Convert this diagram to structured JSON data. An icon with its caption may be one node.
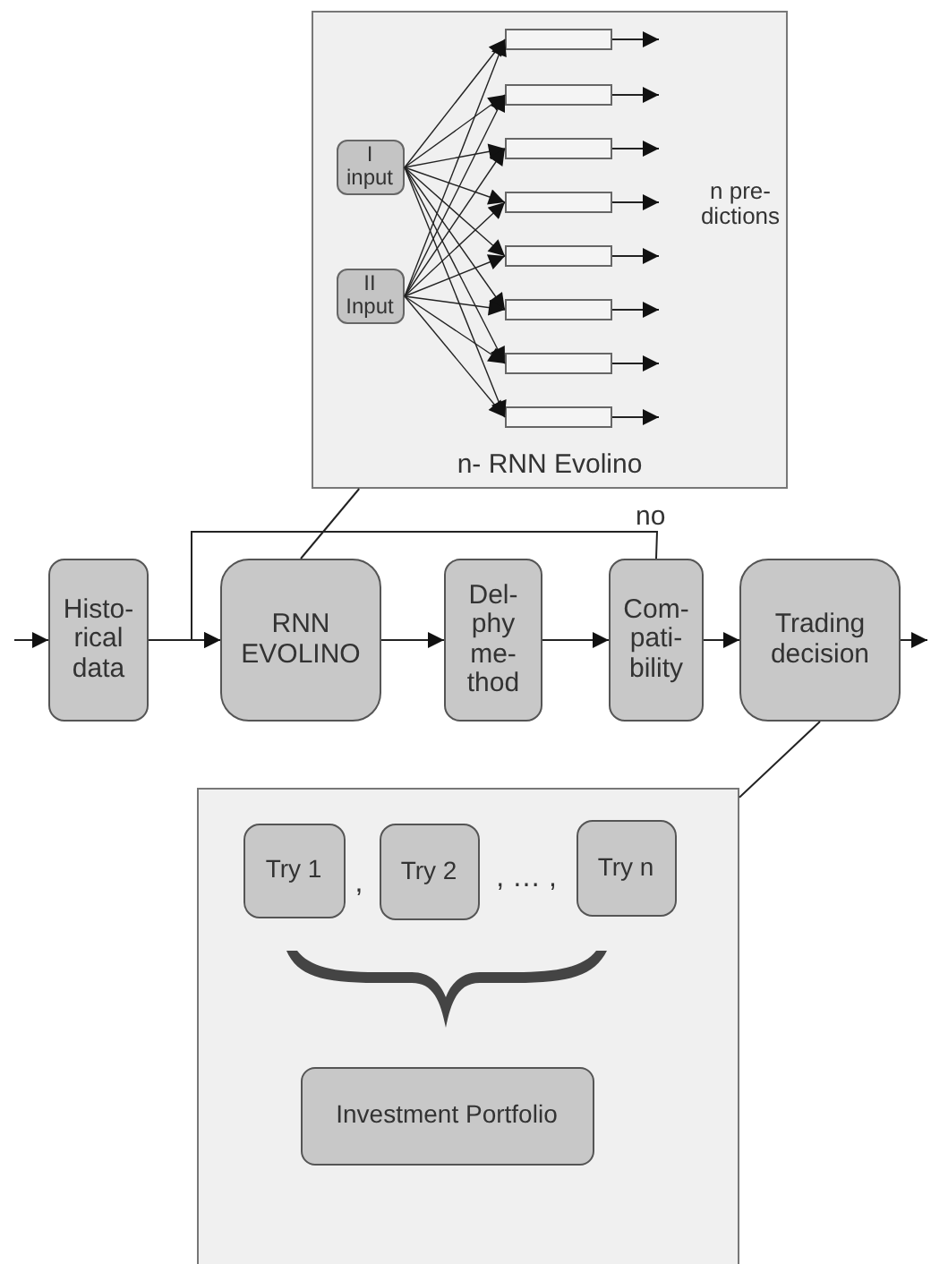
{
  "diagram": {
    "nodes": [
      {
        "text": [
          "n- RNN Evolino"
        ]
      },
      {
        "text": [
          "I input"
        ],
        "in": 0
      },
      {
        "text": [
          "II Input"
        ],
        "in": 0
      },
      {
        "text": [],
        "shape": "bar",
        "in": 0
      },
      {
        "text": [],
        "shape": "bar",
        "in": 0
      },
      {
        "text": [],
        "shape": "bar",
        "in": 0
      },
      {
        "text": [],
        "shape": "bar",
        "in": 0
      },
      {
        "text": [],
        "shape": "bar",
        "in": 0
      },
      {
        "text": [],
        "shape": "bar",
        "in": 0
      },
      {
        "text": [],
        "shape": "bar",
        "in": 0
      },
      {
        "text": [],
        "shape": "bar",
        "in": 0
      },
      {
        "text": [
          "Histo- rical data"
        ]
      },
      {
        "text": [
          "RNN EVOLINO"
        ]
      },
      {
        "text": [
          "Del- phy me- thod"
        ]
      },
      {
        "text": [
          "Com- pati- bility"
        ]
      },
      {
        "text": [
          "Trading decision"
        ]
      },
      {
        "text": [],
        "shape": "box"
      },
      {
        "text": [
          "Try 1"
        ],
        "in": 16
      },
      {
        "text": [
          "Try 2"
        ],
        "in": 16
      },
      {
        "text": [
          "Try n"
        ],
        "in": 16
      },
      {
        "text": [
          "Investment Portfolio"
        ],
        "in": 16
      },
      {
        "text": [],
        "shape": "brace",
        "in": 16
      }
    ],
    "edges": [
      {
        "from": 1,
        "to": 3,
        "arrow": "to"
      },
      {
        "from": 1,
        "to": 4,
        "arrow": "to"
      },
      {
        "from": 1,
        "to": 5,
        "arrow": "to"
      },
      {
        "from": 1,
        "to": 6,
        "arrow": "to"
      },
      {
        "from": 1,
        "to": 7,
        "arrow": "to"
      },
      {
        "from": 1,
        "to": 8,
        "arrow": "to"
      },
      {
        "from": 1,
        "to": 9,
        "arrow": "to"
      },
      {
        "from": 1,
        "to": 10,
        "arrow": "to"
      },
      {
        "from": 2,
        "to": 3,
        "arrow": "to"
      },
      {
        "from": 2,
        "to": 4,
        "arrow": "to"
      },
      {
        "from": 2,
        "to": 5,
        "arrow": "to"
      },
      {
        "from": 2,
        "to": 6,
        "arrow": "to"
      },
      {
        "from": 2,
        "to": 7,
        "arrow": "to"
      },
      {
        "from": 2,
        "to": 8,
        "arrow": "to"
      },
      {
        "from": 2,
        "to": 9,
        "arrow": "to"
      },
      {
        "from": 2,
        "to": 10,
        "arrow": "to"
      },
      {
        "from": 3,
        "to": null,
        "arrow": "to"
      },
      {
        "from": 4,
        "to": null,
        "arrow": "to"
      },
      {
        "from": 5,
        "to": null,
        "arrow": "to"
      },
      {
        "from": 6,
        "to": null,
        "arrow": "to"
      },
      {
        "from": 7,
        "to": null,
        "arrow": "to"
      },
      {
        "from": 8,
        "to": null,
        "arrow": "to"
      },
      {
        "from": 9,
        "to": null,
        "arrow": "to"
      },
      {
        "from": 10,
        "to": null,
        "arrow": "to"
      },
      {
        "from": null,
        "to": 11,
        "arrow": "to"
      },
      {
        "from": 11,
        "to": 12,
        "arrow": "to"
      },
      {
        "from": 12,
        "to": 13,
        "arrow": "to"
      },
      {
        "from": 13,
        "to": 14,
        "arrow": "to"
      },
      {
        "from": 14,
        "to": 15,
        "arrow": "to"
      },
      {
        "from": 15,
        "to": null,
        "arrow": "to"
      },
      {
        "from": 14,
        "to": 12,
        "arrow": "to",
        "label": "no"
      },
      {
        "from": 0,
        "to": 12,
        "arrow": "none"
      },
      {
        "from": 16,
        "to": 15,
        "arrow": "none"
      }
    ],
    "labels": [
      "n pre- dictions",
      ",",
      ", … ,"
    ]
  }
}
